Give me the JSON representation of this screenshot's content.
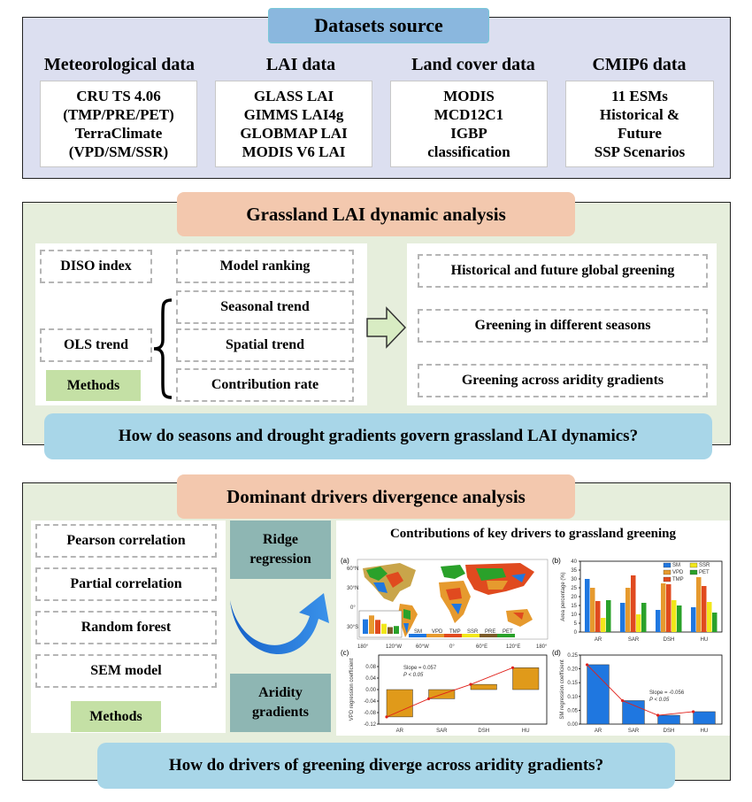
{
  "datasets": {
    "title": "Datasets source",
    "columns": [
      {
        "heading": "Meteorological data",
        "lines": [
          "CRU TS 4.06",
          "(TMP/PRE/PET)",
          "TerraClimate",
          "(VPD/SM/SSR)"
        ]
      },
      {
        "heading": "LAI data",
        "lines": [
          "GLASS LAI",
          "GIMMS LAI4g",
          "GLOBMAP LAI",
          "MODIS V6 LAI"
        ]
      },
      {
        "heading": "Land cover  data",
        "lines": [
          "MODIS",
          "MCD12C1",
          "IGBP",
          "classification"
        ]
      },
      {
        "heading": "CMIP6 data",
        "lines": [
          "11 ESMs",
          "Historical &",
          "Future",
          "SSP Scenarios"
        ]
      }
    ]
  },
  "lai": {
    "title": "Grassland LAI dynamic analysis",
    "diso": "DISO index",
    "ols": "OLS trend",
    "methods": "Methods",
    "model_ranking": "Model ranking",
    "seasonal": "Seasonal  trend",
    "spatial": "Spatial trend",
    "contribution": "Contribution rate",
    "outputs": [
      "Historical and future global greening",
      "Greening in different seasons",
      "Greening across aridity gradients"
    ],
    "question": "How do seasons and drought gradients govern grassland LAI dynamics?"
  },
  "drivers": {
    "title": "Dominant drivers divergence analysis",
    "methods_list": [
      "Pearson correlation",
      "Partial correlation",
      "Random forest",
      "SEM model"
    ],
    "methods": "Methods",
    "ridge": [
      "Ridge",
      "regression"
    ],
    "aridity": [
      "Aridity",
      "gradients"
    ],
    "contrib_title": "Contributions of key drivers to grassland greening",
    "question": "How do drivers of greening diverge across aridity gradients?"
  },
  "chart_data": [
    {
      "panel": "(a)",
      "type": "map",
      "lat_labels": [
        "60°N",
        "30°N",
        "0°",
        "30°S"
      ],
      "lon_labels": [
        "180°",
        "120°W",
        "60°W",
        "0°",
        "60°E",
        "120°E",
        "180°"
      ],
      "legend": [
        "SM",
        "VPD",
        "TMP",
        "SSR",
        "PRE",
        "PET"
      ],
      "colors": {
        "SM": "#1f77e0",
        "VPD": "#e69a2e",
        "TMP": "#e04a1f",
        "SSR": "#f2e71b",
        "PRE": "#7b5b2a",
        "PET": "#2aa12a"
      },
      "inset": {
        "categories": [
          "SM",
          "VPD",
          "TMP",
          "SSR",
          "PRE",
          "PET"
        ],
        "values": [
          26,
          33,
          25,
          18,
          12,
          14
        ]
      }
    },
    {
      "panel": "(b)",
      "type": "bar",
      "ylabel": "Area percentage (%)",
      "ylim": [
        0,
        40
      ],
      "yticks": [
        0,
        5,
        10,
        15,
        20,
        25,
        30,
        35,
        40
      ],
      "categories": [
        "AR",
        "SAR",
        "DSH",
        "HU"
      ],
      "series": [
        {
          "name": "SM",
          "color": "#1f77e0",
          "values": [
            30,
            16.5,
            12.5,
            14
          ]
        },
        {
          "name": "VPD",
          "color": "#e69a2e",
          "values": [
            25,
            25,
            27.5,
            31
          ]
        },
        {
          "name": "TMP",
          "color": "#e04a1f",
          "values": [
            17.5,
            32,
            27,
            26
          ]
        },
        {
          "name": "SSR",
          "color": "#f2e71b",
          "values": [
            8,
            10,
            18,
            17
          ]
        },
        {
          "name": "PET",
          "color": "#2aa12a",
          "values": [
            18,
            16.5,
            15,
            11
          ]
        }
      ]
    },
    {
      "panel": "(c)",
      "type": "bar",
      "ylabel": "VPD regression coefficient",
      "ylim": [
        -0.12,
        0.12
      ],
      "yticks": [
        "-0.12",
        "-0.08",
        "-0.04",
        "0.00",
        "0.04",
        "0.08"
      ],
      "categories": [
        "AR",
        "SAR",
        "DSH",
        "HU"
      ],
      "values": [
        -0.095,
        -0.032,
        0.018,
        0.076
      ],
      "bar_color": "#e09a1a",
      "trend": "Slope = 0.057",
      "pvalue": "P < 0.05"
    },
    {
      "panel": "(d)",
      "type": "bar",
      "ylabel": "SM regression coefficient",
      "ylim": [
        0,
        0.25
      ],
      "yticks": [
        "0.00",
        "0.05",
        "0.10",
        "0.15",
        "0.20",
        "0.25"
      ],
      "categories": [
        "AR",
        "SAR",
        "DSH",
        "HU"
      ],
      "values": [
        0.215,
        0.085,
        0.032,
        0.045
      ],
      "bar_color": "#1f77e0",
      "trend": "Slope = -0.056",
      "pvalue": "P < 0.05"
    }
  ]
}
